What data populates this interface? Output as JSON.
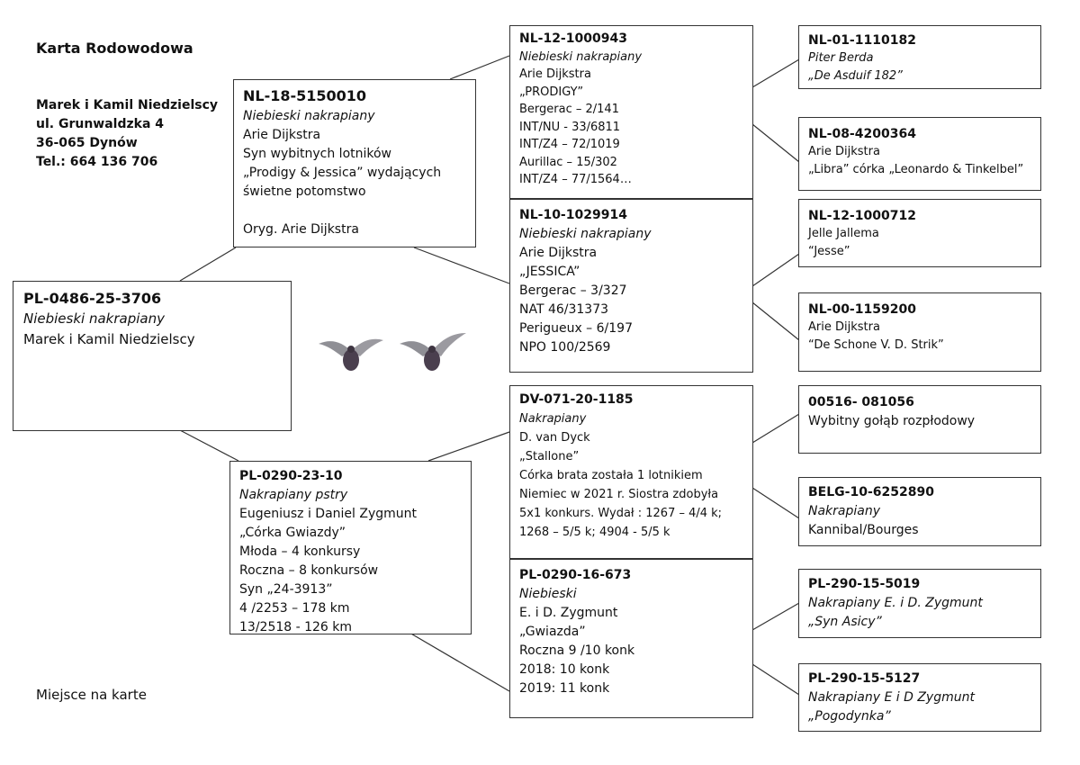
{
  "title": "Karta Rodowodowa",
  "owner": {
    "name": "Marek i Kamil Niedzielscy",
    "street": "ul. Grunwaldzka 4",
    "city": "36-065 Dynów",
    "phone": "Tel.: 664 136 706"
  },
  "footer_note": "Miejsce na karte",
  "subject": {
    "ring": "PL-0486-25-3706",
    "color": "Niebieski nakrapiany",
    "breeder": "Marek  i Kamil Niedzielscy"
  },
  "sire": {
    "ring": "NL-18-5150010",
    "color": "Niebieski nakrapiany",
    "lines": [
      " Arie Dijkstra",
      "Syn wybitnych lotników",
      "„Prodigy & Jessica” wydających",
      "świetne potomstwo",
      "",
      "Oryg. Arie Dijkstra"
    ]
  },
  "dam": {
    "ring": "PL-0290-23-10",
    "color": "Nakrapiany pstry",
    "lines": [
      "Eugeniusz i Daniel Zygmunt",
      "„Córka Gwiazdy”",
      "Młoda – 4 konkursy",
      "Roczna – 8 konkursów",
      "Syn „24-3913”",
      "4 /2253 – 178 km",
      "13/2518 - 126 km"
    ]
  },
  "gp_ss": {
    "ring": "NL-12-1000943",
    "color": "Niebieski nakrapiany",
    "lines": [
      "Arie Dijkstra",
      "„PRODIGY”",
      "Bergerac – 2/141",
      "INT/NU - 33/6811",
      "INT/Z4 – 72/1019",
      "Aurillac – 15/302",
      "INT/Z4 – 77/1564…"
    ]
  },
  "gp_sd": {
    "ring": "NL-10-1029914",
    "color": "Niebieski nakrapiany",
    "lines": [
      "Arie Dijkstra",
      "„JESSICA”",
      "Bergerac – 3/327",
      "NAT 46/31373",
      "Perigueux – 6/197",
      "NPO 100/2569"
    ]
  },
  "gp_ds": {
    "ring": "DV-071-20-1185",
    "color": "Nakrapiany",
    "lines": [
      "D. van Dyck",
      "„Stallone”",
      "Córka brata została 1 lotnikiem",
      "Niemiec w  2021 r. Siostra zdobyła",
      "5x1 konkurs. Wydał : 1267 – 4/4 k;",
      "1268 – 5/5 k; 4904  - 5/5 k"
    ]
  },
  "gp_dd": {
    "ring": "PL-0290-16-673",
    "color": "Niebieski",
    "lines": [
      " E. i D. Zygmunt",
      "„Gwiazda”",
      "Roczna 9 /10 konk",
      "2018: 10 konk",
      "2019: 11 konk"
    ]
  },
  "ggp": [
    {
      "ring": "NL-01-1110182",
      "l1": "Piter Berda",
      "l2": "„De Asduif 182”"
    },
    {
      "ring": "NL-08-4200364",
      "l1": "Arie Dijkstra",
      "l2": "„Libra” córka „Leonardo & Tinkelbel”"
    },
    {
      "ring": "NL-12-1000712",
      "l1": "Jelle Jallema",
      "l2": "“Jesse”"
    },
    {
      "ring": "NL-00-1159200",
      "l1": "Arie Dijkstra",
      "l2": "“De Schone V. D. Strik”"
    },
    {
      "ring": "00516- 081056",
      "l1": "Wybitny gołąb rozpłodowy",
      "l2": ""
    },
    {
      "ring": "BELG-10-6252890",
      "l1": "Nakrapiany",
      "l2": "Kannibal/Bourges"
    },
    {
      "ring": "PL-290-15-5019",
      "l1": "Nakrapiany  E. i D. Zygmunt",
      "l2": "„Syn Asicy”"
    },
    {
      "ring": "PL-290-15-5127",
      "l1": "Nakrapiany E i D Zygmunt",
      "l2": "„Pogodynka”"
    }
  ]
}
